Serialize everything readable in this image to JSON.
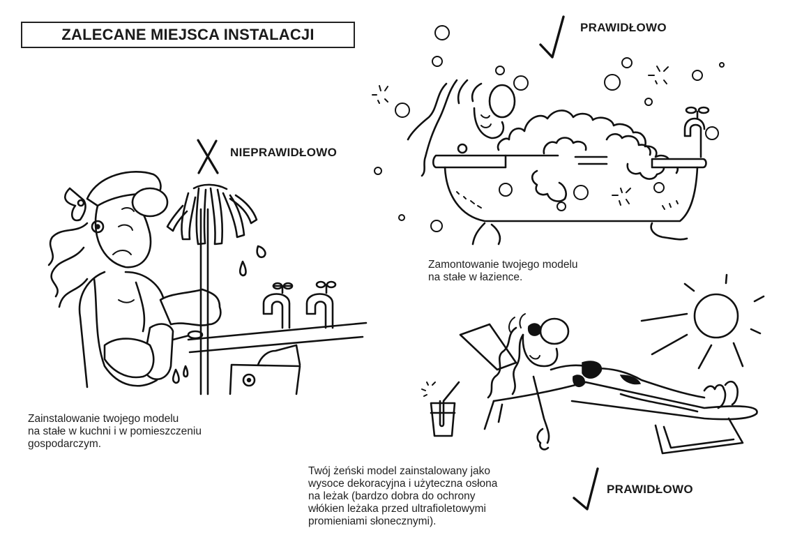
{
  "page": {
    "title": "ZALECANE MIEJSCA INSTALACJI"
  },
  "sections": {
    "kitchen": {
      "verdict_mark": "cross-icon",
      "verdict": "NIEPRAWIDŁOWO",
      "caption_lines": [
        "Zainstalowanie twojego modelu",
        "na stałe w kuchni i w pomieszczeniu",
        "gospodarczym."
      ]
    },
    "bathroom": {
      "verdict_mark": "checkmark-icon",
      "verdict": "PRAWIDŁOWO",
      "caption_lines": [
        "Zamontowanie twojego modelu",
        "na stałe w łazience."
      ]
    },
    "sunbed": {
      "verdict_mark": "checkmark-icon",
      "verdict": "PRAWIDŁOWO",
      "caption_lines": [
        "Twój żeński model zainstalowany jako",
        "wysoce dekoracyjna i użyteczna osłona",
        "na leżak (bardzo dobra do ochrony",
        "włókien leżaka przed ultrafioletowymi",
        "promieniami słonecznymi)."
      ]
    }
  },
  "colors": {
    "ink": "#111111",
    "paper": "#ffffff"
  }
}
